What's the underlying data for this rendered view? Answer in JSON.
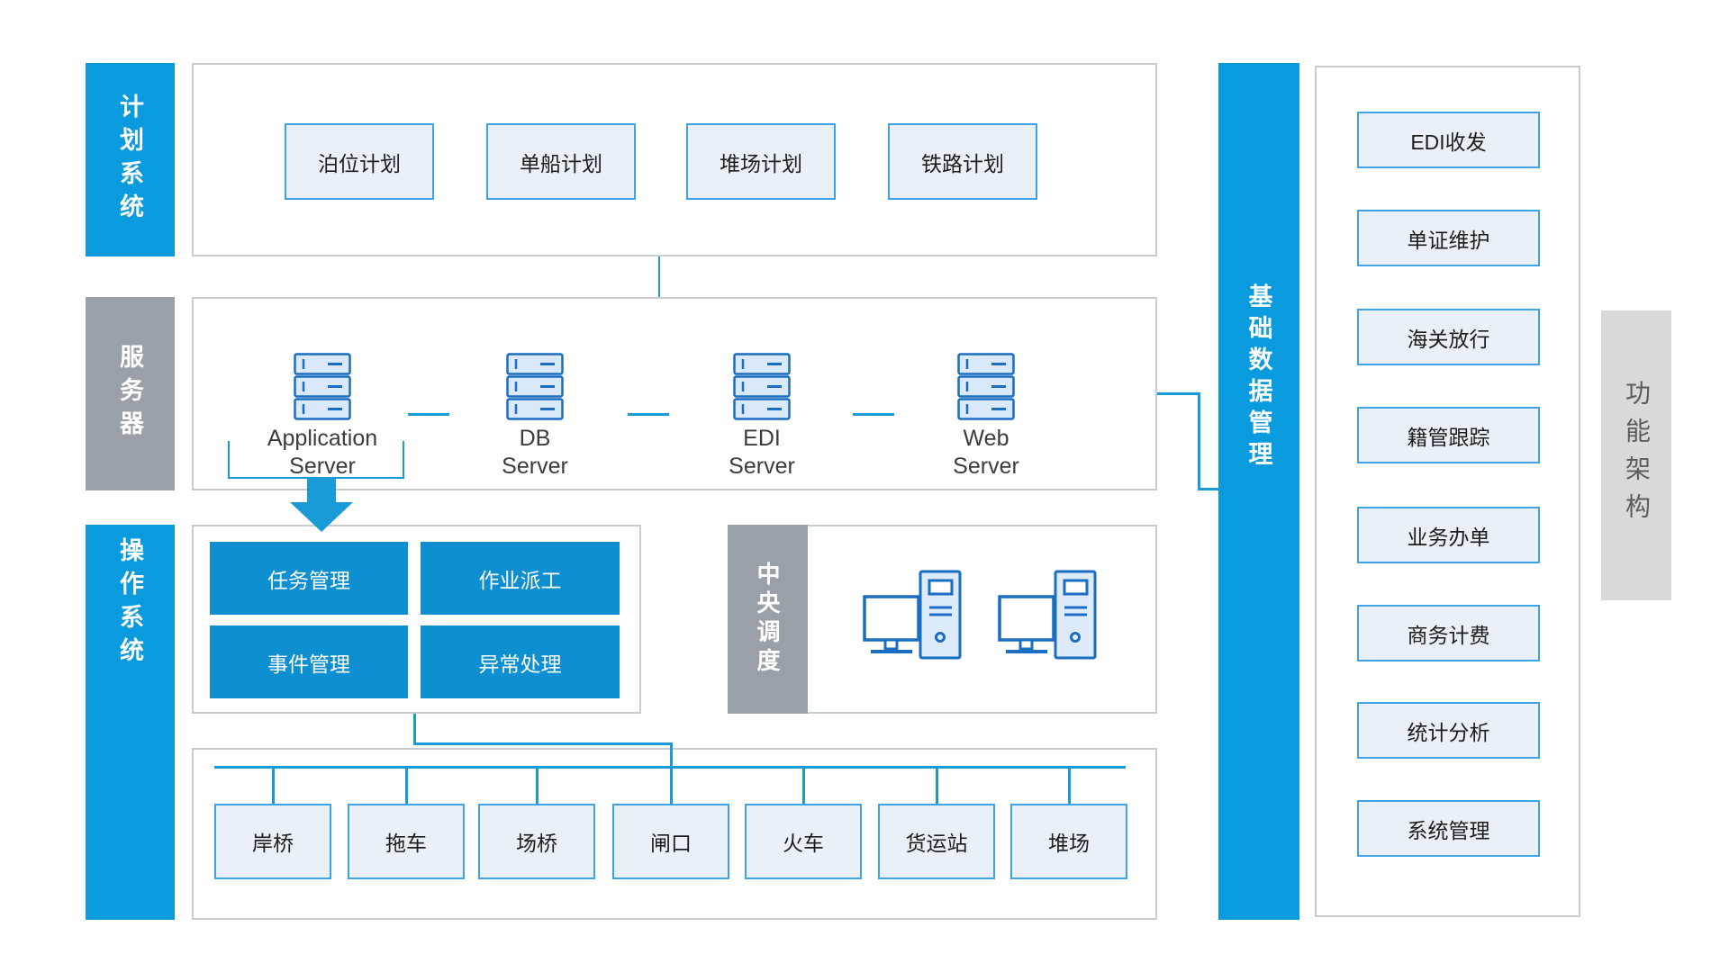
{
  "title_bars": {
    "planning": "计划系统",
    "server": "服务器",
    "operation": "操作系统",
    "base_data": "基础数据管理",
    "central_dispatch": "中央调度",
    "architecture": "功能架构"
  },
  "planning_items": [
    "泊位计划",
    "单船计划",
    "堆场计划",
    "铁路计划"
  ],
  "servers": [
    {
      "name": "Application Server",
      "line1": "Application",
      "line2": "Server"
    },
    {
      "name": "DB Server",
      "line1": "DB",
      "line2": "Server"
    },
    {
      "name": "EDI Server",
      "line1": "EDI",
      "line2": "Server"
    },
    {
      "name": "Web Server",
      "line1": "Web",
      "line2": "Server"
    }
  ],
  "operation_tasks": [
    "任务管理",
    "作业派工",
    "事件管理",
    "异常处理"
  ],
  "equipment": [
    "岸桥",
    "拖车",
    "场桥",
    "闸口",
    "火车",
    "货运站",
    "堆场"
  ],
  "functions": [
    "EDI收发",
    "单证维护",
    "海关放行",
    "籍管跟踪",
    "业务办单",
    "商务计费",
    "统计分析",
    "系统管理"
  ],
  "colors": {
    "primary_blue": "#0a9ade",
    "task_blue": "#0d8fd2",
    "connector_blue": "#199bd8",
    "light_box_fill": "#e9f0f8",
    "light_box_border": "#3ea2e6",
    "gray_bar": "#9aa0a7",
    "architecture_bar_bg": "#d9d9d9",
    "architecture_text": "#5c5c5c",
    "container_border": "#c9ccce",
    "icon_stroke": "#1a6dc0",
    "icon_fill": "#d9e9fb"
  }
}
